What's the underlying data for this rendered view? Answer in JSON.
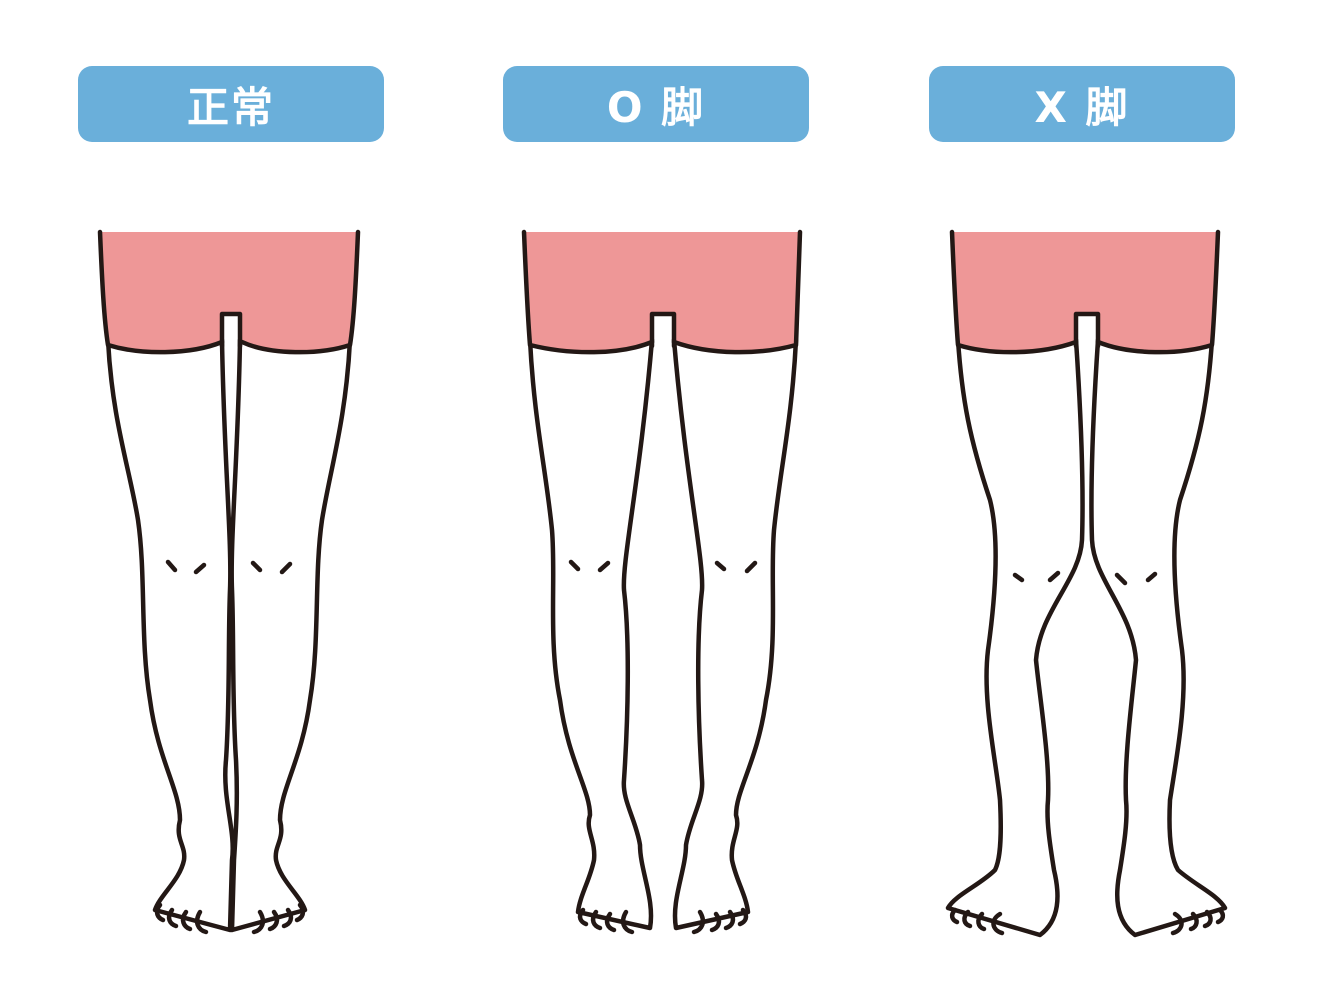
{
  "labels": [
    {
      "id": "normal",
      "text": "正常"
    },
    {
      "id": "o-legs",
      "text": "O 脚"
    },
    {
      "id": "x-legs",
      "text": "X 脚"
    }
  ],
  "colors": {
    "label_background": "#6aafda",
    "label_text": "#ffffff",
    "shorts": "#ee9797",
    "outline": "#231815",
    "background": "#ffffff"
  },
  "figures": [
    {
      "name": "normal-legs",
      "label": "正常"
    },
    {
      "name": "o-legs",
      "label": "O 脚"
    },
    {
      "name": "x-legs",
      "label": "X 脚"
    }
  ]
}
